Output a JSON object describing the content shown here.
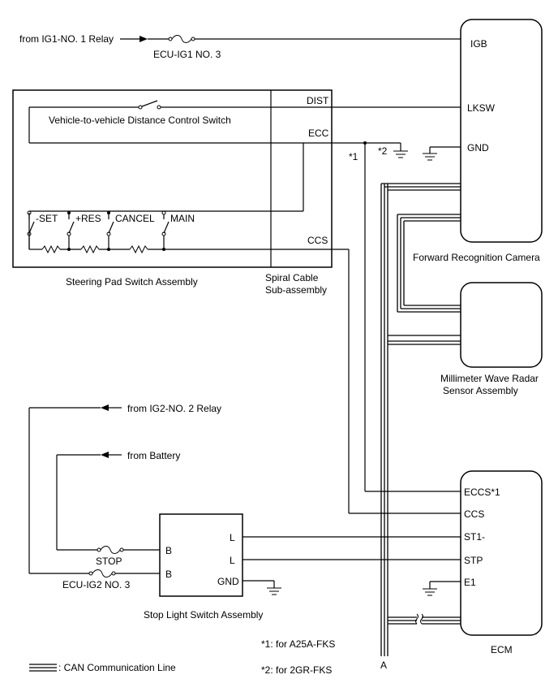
{
  "sources": {
    "ig1_relay": "from IG1-NO. 1 Relay",
    "ig2_relay": "from IG2-NO. 2 Relay",
    "battery": "from Battery"
  },
  "fuses": {
    "ecu_ig1": "ECU-IG1 NO. 3",
    "stop": "STOP",
    "ecu_ig2": "ECU-IG2 NO. 3"
  },
  "steering_pad": {
    "name": "Steering Pad Switch Assembly",
    "distance_switch": "Vehicle-to-vehicle Distance Control Switch",
    "switches": [
      "-SET",
      "+RES",
      "CANCEL",
      "MAIN"
    ]
  },
  "spiral_cable": {
    "name_line1": "Spiral Cable",
    "name_line2": "Sub-assembly",
    "terminals": {
      "dist": "DIST",
      "ecc": "ECC",
      "ccs": "CCS"
    }
  },
  "camera": {
    "name": "Forward Recognition Camera",
    "pins": {
      "igb": "IGB",
      "lksw": "LKSW",
      "gnd": "GND"
    }
  },
  "radar": {
    "name_line1": "Millimeter Wave Radar",
    "name_line2": "Sensor Assembly"
  },
  "ecm": {
    "name": "ECM",
    "pins": {
      "eccs": "ECCS*1",
      "ccs": "CCS",
      "st1": "ST1-",
      "stp": "STP",
      "e1": "E1"
    }
  },
  "stop_light": {
    "name": "Stop Light Switch Assembly",
    "pins": {
      "b1": "B",
      "b2": "B",
      "l1": "L",
      "l2": "L",
      "gnd": "GND"
    }
  },
  "notes": {
    "star1": "*1",
    "star2": "*2",
    "note1": "*1: for A25A-FKS",
    "note2": "*2: for 2GR-FKS",
    "junction_a": "A",
    "legend": ": CAN Communication Line"
  }
}
